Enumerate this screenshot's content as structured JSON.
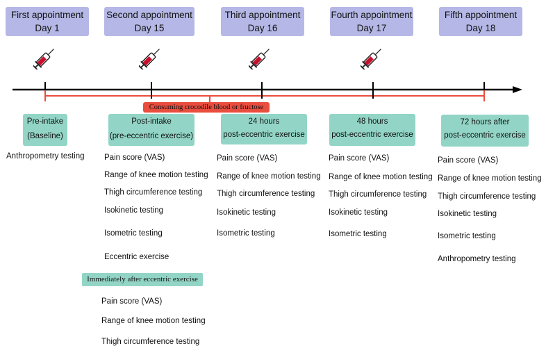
{
  "appointments": [
    {
      "title": "First appointment",
      "day": "Day 1"
    },
    {
      "title": "Second appointment",
      "day": "Day 15"
    },
    {
      "title": "Third appointment",
      "day": "Day 16"
    },
    {
      "title": "Fourth appointment",
      "day": "Day 17"
    },
    {
      "title": "Fifth appointment",
      "day": "Day 18"
    }
  ],
  "intake_label": "Consuming crocodile blood or fructose",
  "phases": [
    {
      "line1": "Pre-intake",
      "line2": "(Baseline)"
    },
    {
      "line1": "Post-intake",
      "line2": "(pre-eccentric exercise)"
    },
    {
      "line1": "24 hours",
      "line2": "post-eccentric exercise"
    },
    {
      "line1": "48 hours",
      "line2": "post-eccentric exercise"
    },
    {
      "line1": "72 hours after",
      "line2": "post-eccentric exercise"
    }
  ],
  "col1_items": [
    "Anthropometry testing"
  ],
  "col2_items": [
    "Pain score (VAS)",
    "Range of knee motion testing",
    "Thigh circumference testing",
    "Isokinetic testing",
    "Isometric testing",
    "Eccentric exercise"
  ],
  "col3_items": [
    "Pain score (VAS)",
    "Range of knee motion testing",
    "Thigh circumference testing",
    "Isokinetic testing",
    "Isometric testing"
  ],
  "col4_items": [
    "Pain score (VAS)",
    "Range of knee motion testing",
    "Thigh circumference testing",
    "Isokinetic testing",
    "Isometric testing"
  ],
  "col5_items": [
    "Pain score (VAS)",
    "Range of knee motion testing",
    "Thigh circumference testing",
    "Isokinetic testing",
    "Isometric testing",
    "Anthropometry testing"
  ],
  "immediate_label": "Immediately after eccentric exercise",
  "immediate_items": [
    "Pain score (VAS)",
    "Range of knee motion testing",
    "Thigh circumference testing"
  ],
  "colors": {
    "appointment": "#b5b8e6",
    "phase": "#92d5c6",
    "intake": "#e94d3d",
    "axis": "#000000"
  },
  "icons": [
    "syringe-icon"
  ]
}
